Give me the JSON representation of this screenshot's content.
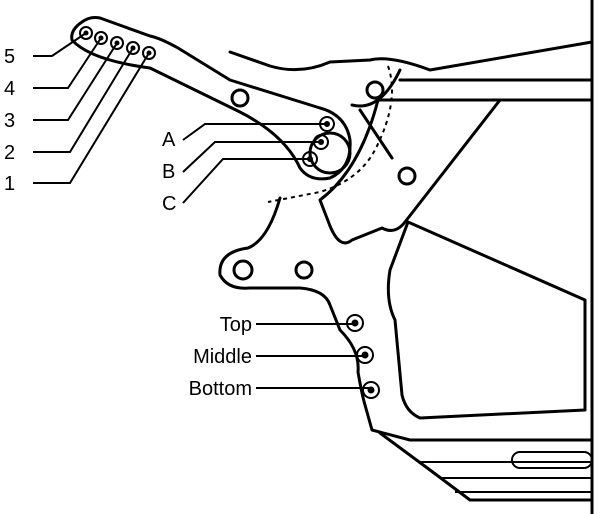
{
  "arm_hole_labels": [
    "5",
    "4",
    "3",
    "2",
    "1"
  ],
  "pivot_hole_labels": [
    "A",
    "B",
    "C"
  ],
  "mount_hole_labels": [
    "Top",
    "Middle",
    "Bottom"
  ]
}
